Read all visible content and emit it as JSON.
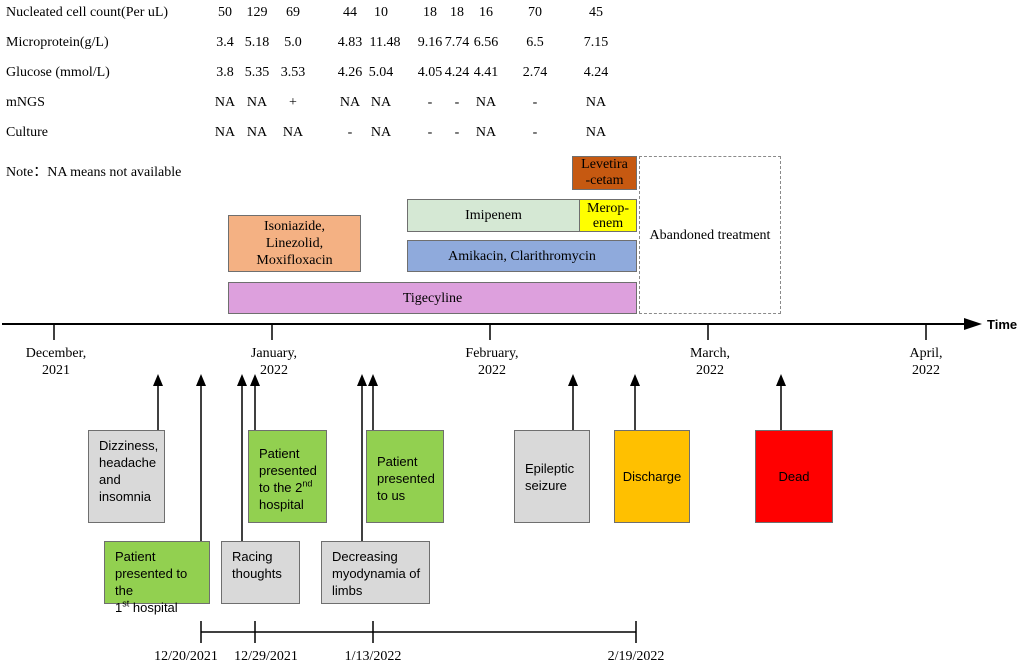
{
  "table": {
    "rows": [
      {
        "label": "Nucleated cell count(Per uL)",
        "values": [
          "50",
          "129",
          "69",
          "44",
          "10",
          "18",
          "18",
          "16",
          "70",
          "45"
        ]
      },
      {
        "label": "Microprotein(g/L)",
        "values": [
          "3.4",
          "5.18",
          "5.0",
          "4.83",
          "11.48",
          "9.16",
          "7.74",
          "6.56",
          "6.5",
          "7.15"
        ]
      },
      {
        "label": "Glucose (mmol/L)",
        "values": [
          "3.8",
          "5.35",
          "3.53",
          "4.26",
          "5.04",
          "4.05",
          "4.24",
          "4.41",
          "2.74",
          "4.24"
        ]
      },
      {
        "label": "mNGS",
        "values": [
          "NA",
          "NA",
          "+",
          "NA",
          "NA",
          "-",
          "-",
          "NA",
          "-",
          "NA"
        ]
      },
      {
        "label": "Culture",
        "values": [
          "NA",
          "NA",
          "NA",
          "-",
          "NA",
          "-",
          "-",
          "NA",
          "-",
          "NA"
        ]
      }
    ]
  },
  "note": "Note：NA means not available",
  "treatments": {
    "levetiracetam": "Levetira\n-cetam",
    "imipenem": "Imipenem",
    "meropenem": "Merop-\nenem",
    "isoniazide": "Isoniazide,\nLinezolid,\nMoxifloxacin",
    "amikacin": "Amikacin, Clarithromycin",
    "tigecyline": "Tigecyline",
    "abandoned": "Abandoned treatment"
  },
  "axis": {
    "title": "Time",
    "months": [
      "December,\n2021",
      "January,\n2022",
      "February,\n2022",
      "March,\n2022",
      "April,\n2022"
    ]
  },
  "events": {
    "dizziness": "Dizziness,\nheadache\nand\ninsomnia",
    "hospital1_pre": "Patient\npresented to the\n1",
    "hospital1_sup": "st",
    "hospital1_post": " hospital",
    "racing": "Racing\nthoughts",
    "hospital2_pre": "Patient\npresented\nto the 2",
    "hospital2_sup": "nd",
    "hospital2_post": "\nhospital",
    "myodynamia": "Decreasing\nmyodynamia of\nlimbs",
    "presented_us": "Patient\npresented\nto us",
    "epileptic": "Epileptic\nseizure",
    "discharge": "Discharge",
    "dead": "Dead"
  },
  "dates": [
    "12/20/2021",
    "12/29/2021",
    "1/13/2022",
    "2/19/2022"
  ],
  "colors": {
    "levetiracetam": "#c65911",
    "imipenem": "#d5e8d4",
    "meropenem": "#ffff00",
    "isoniazide": "#f4b183",
    "amikacin": "#8faadc",
    "tigecyline": "#dda0dd",
    "event_grey": "#d9d9d9",
    "event_green": "#92d050",
    "discharge": "#ffc000",
    "dead": "#ff0000"
  }
}
